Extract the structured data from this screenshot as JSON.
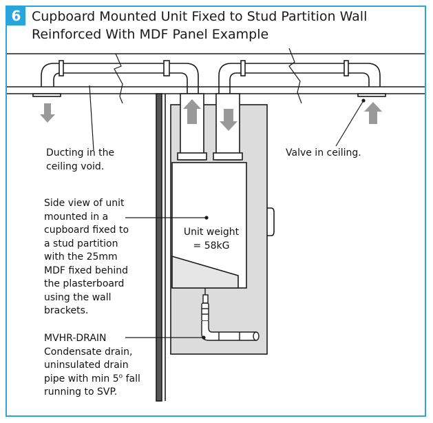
{
  "figure": {
    "number": "6",
    "title": "Cupboard Mounted Unit Fixed to Stud Partition Wall Reinforced With MDF Panel Example"
  },
  "labels": {
    "ducting": [
      "Ducting in the",
      "ceiling void."
    ],
    "valve": "Valve in ceiling.",
    "side_view": [
      "Side view of unit",
      "mounted in a",
      "cupboard fixed to",
      "a stud partition",
      "with the 25mm",
      "MDF fixed behind",
      "the plasterboard",
      "using the wall",
      "brackets."
    ],
    "unit_weight": [
      "Unit weight",
      "= 58kG"
    ],
    "drain_title": "MVHR-DRAIN",
    "drain_desc_lines": [
      "Condensate drain,",
      "uninsulated drain"
    ],
    "drain_fall_pre": "pipe with min 5",
    "drain_fall_sup": "o",
    "drain_fall_post": " fall",
    "drain_last": "running to SVP."
  },
  "colors": {
    "accent": "#2aa4dc",
    "line": "#1a1a1a",
    "arrow": "#999999",
    "mdf_panel": "#dcdcdc"
  }
}
